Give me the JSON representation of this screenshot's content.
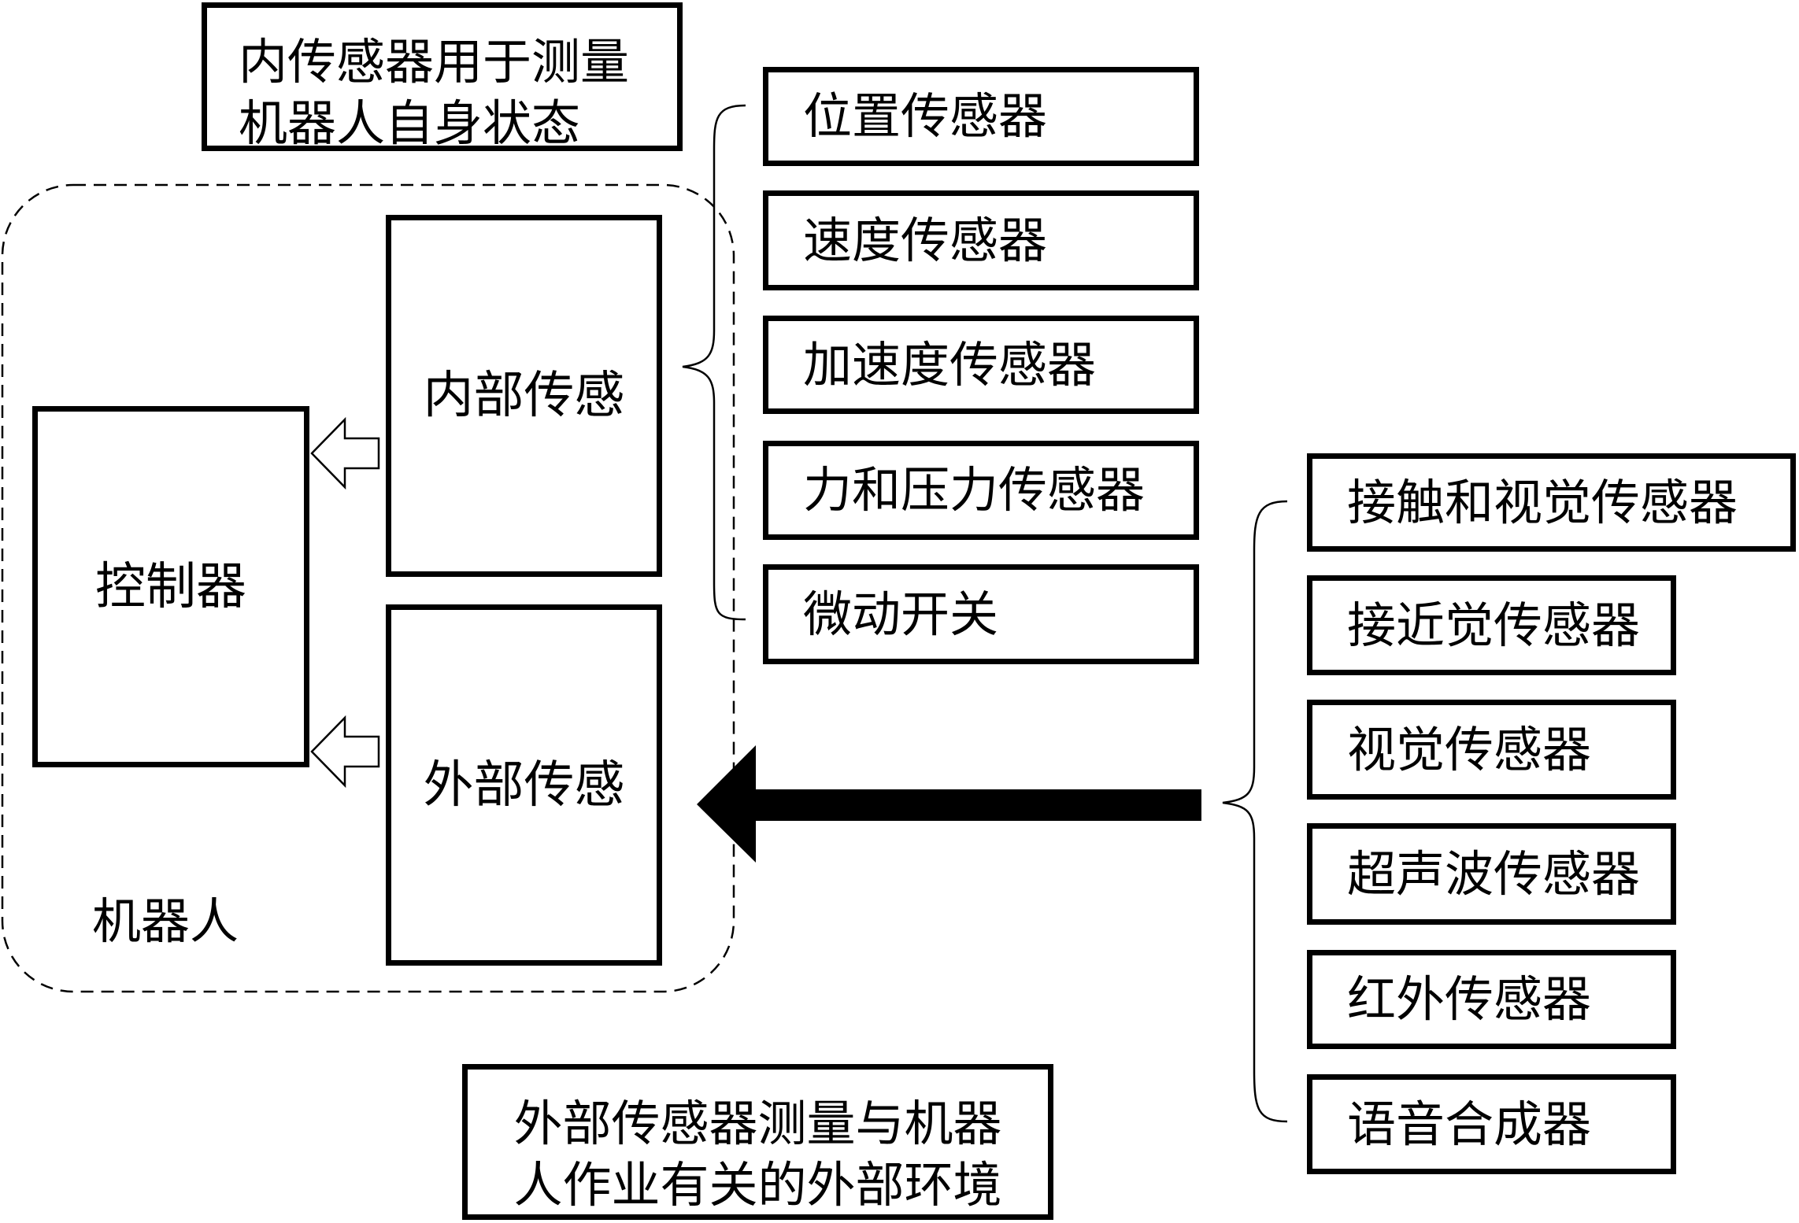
{
  "diagram": {
    "notes": {
      "internal": [
        "内传感器用于测量",
        "机器人自身状态"
      ],
      "external": [
        "外部传感器测量与机器",
        "人作业有关的外部环境"
      ]
    },
    "robot": {
      "container_label": "机器人",
      "controller_label": "控制器",
      "internal_sensing_label": "内部传感",
      "external_sensing_label": "外部传感"
    },
    "internal_sensors": [
      {
        "label": "位置传感器"
      },
      {
        "label": "速度传感器"
      },
      {
        "label": "加速度传感器"
      },
      {
        "label": "力和压力传感器"
      },
      {
        "label": "微动开关"
      }
    ],
    "external_sensors": [
      {
        "label": "接触和视觉传感器"
      },
      {
        "label": "接近觉传感器"
      },
      {
        "label": "视觉传感器"
      },
      {
        "label": "超声波传感器"
      },
      {
        "label": "红外传感器"
      },
      {
        "label": "语音合成器"
      }
    ],
    "connections": [
      {
        "from": "内部传感",
        "to": "控制器",
        "style": "hollow-arrow"
      },
      {
        "from": "外部传感",
        "to": "控制器",
        "style": "hollow-arrow"
      },
      {
        "from": "external_sensors",
        "to": "外部传感",
        "style": "solid-arrow"
      },
      {
        "from": "internal_sensors",
        "to": "内部传感",
        "style": "brace"
      }
    ]
  }
}
